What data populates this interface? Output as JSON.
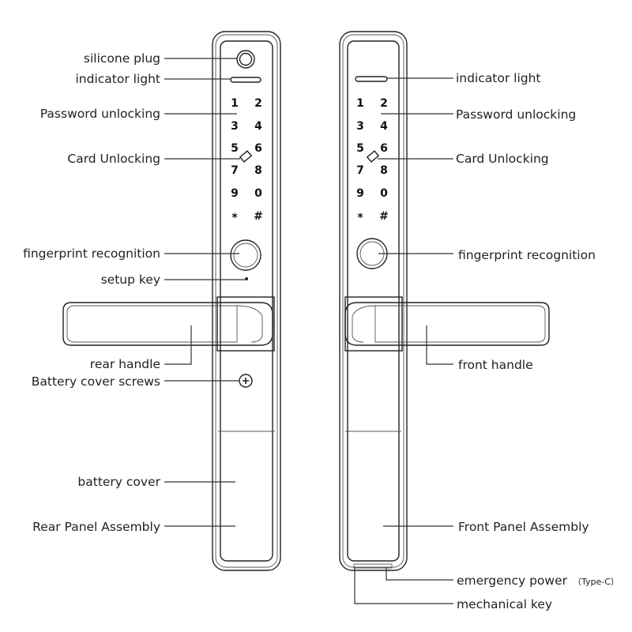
{
  "rear_labels": {
    "silicone_plug": "silicone plug",
    "indicator_light": "indicator light",
    "password_unlocking": "Password unlocking",
    "card_unlocking": "Card Unlocking",
    "fingerprint_recognition": "fingerprint recognition",
    "setup_key": "setup key",
    "rear_handle": "rear handle",
    "battery_cover_screws": "Battery cover screws",
    "battery_cover": "battery cover",
    "rear_panel_assembly": "Rear Panel Assembly"
  },
  "front_labels": {
    "indicator_light": "indicator light",
    "password_unlocking": "Password unlocking",
    "card_unlocking": "Card Unlocking",
    "fingerprint_recognition": "fingerprint recognition",
    "front_handle": "front handle",
    "front_panel_assembly": "Front Panel Assembly",
    "emergency_power": "emergency power",
    "emergency_power_type": "（Type-C）",
    "mechanical_key": "mechanical key"
  },
  "keypad": [
    "1",
    "2",
    "3",
    "4",
    "5",
    "6",
    "7",
    "8",
    "9",
    "0",
    "*",
    "#"
  ]
}
